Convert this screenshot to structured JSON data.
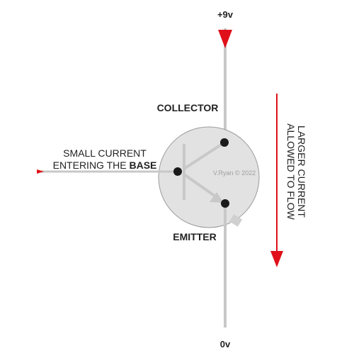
{
  "labels": {
    "supply": "+9v",
    "ground": "0v",
    "collector": "COLLECTOR",
    "emitter": "EMITTER",
    "base_line1": "SMALL CURRENT",
    "base_line2_prefix": "ENTERING THE ",
    "base_line2_bold": "BASE",
    "larger_current_line1": "LARGER CURRENT",
    "larger_current_line2": "ALLOWED TO FLOW",
    "watermark": "V.Ryan © 2022"
  },
  "colors": {
    "arrow_red": "#e0101a",
    "wire_grey": "#c8c8c8",
    "body_fill": "#e2e2e2",
    "body_stroke": "#9a9a9a",
    "node_black": "#1a1a1a",
    "text": "#222222"
  }
}
